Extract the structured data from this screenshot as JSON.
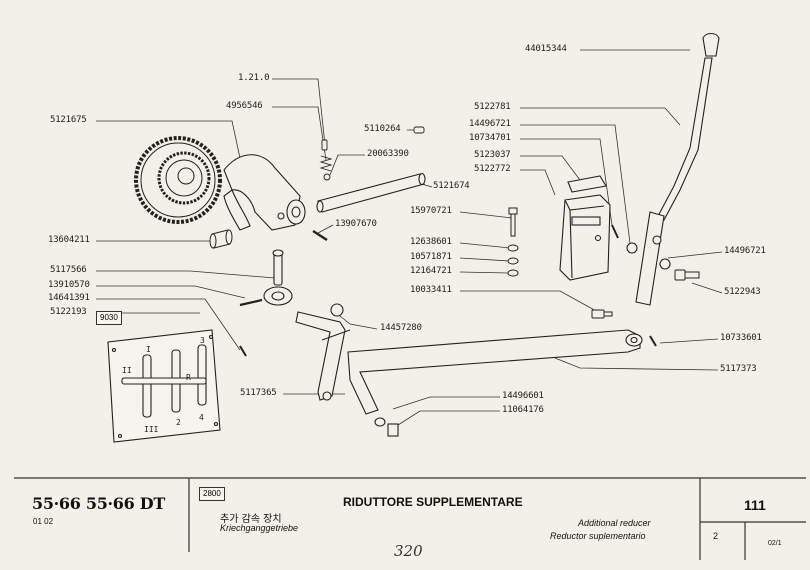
{
  "callouts": [
    {
      "id": "c-44015344",
      "text": "44015344"
    },
    {
      "id": "c-1210",
      "text": "1.21.0"
    },
    {
      "id": "c-4956546",
      "text": "4956546"
    },
    {
      "id": "c-5121675",
      "text": "5121675"
    },
    {
      "id": "c-5110264",
      "text": "5110264"
    },
    {
      "id": "c-20063390",
      "text": "20063390"
    },
    {
      "id": "c-5121674",
      "text": "5121674"
    },
    {
      "id": "c-13907670",
      "text": "13907670"
    },
    {
      "id": "c-13604211",
      "text": "13604211"
    },
    {
      "id": "c-5117566",
      "text": "5117566"
    },
    {
      "id": "c-13910570",
      "text": "13910570"
    },
    {
      "id": "c-14641391",
      "text": "14641391"
    },
    {
      "id": "c-5122193",
      "text": "5122193"
    },
    {
      "id": "c-14457280",
      "text": "14457280"
    },
    {
      "id": "c-5117365",
      "text": "5117365"
    },
    {
      "id": "c-5122781",
      "text": "5122781"
    },
    {
      "id": "c-14496721a",
      "text": "14496721"
    },
    {
      "id": "c-10734701",
      "text": "10734701"
    },
    {
      "id": "c-5123037",
      "text": "5123037"
    },
    {
      "id": "c-5122772",
      "text": "5122772"
    },
    {
      "id": "c-15970721",
      "text": "15970721"
    },
    {
      "id": "c-12638601",
      "text": "12638601"
    },
    {
      "id": "c-10571871",
      "text": "10571871"
    },
    {
      "id": "c-12164721",
      "text": "12164721"
    },
    {
      "id": "c-10033411",
      "text": "10033411"
    },
    {
      "id": "c-14496721b",
      "text": "14496721"
    },
    {
      "id": "c-5122943",
      "text": "5122943"
    },
    {
      "id": "c-10733601",
      "text": "10733601"
    },
    {
      "id": "c-5117373",
      "text": "5117373"
    },
    {
      "id": "c-14496601",
      "text": "14496601"
    },
    {
      "id": "c-11064176",
      "text": "11064176"
    }
  ],
  "plate_code": "9030",
  "plate_marks": {
    "gear1": "I",
    "gear2": "2",
    "gear3": "3",
    "gear4": "4",
    "gear_r": "R",
    "gear_ii": "II",
    "gear_iii": "III"
  },
  "titleblock": {
    "model": "55·66  55·66 DT",
    "serial": "01  02",
    "group_code": "2800",
    "korean": "추가 감속 장치",
    "german": "Kriechganggetriebe",
    "title": "RIDUTTORE SUPPLEMENTARE",
    "english": "Additional reducer",
    "spanish": "Reductor suplementario",
    "page": "111",
    "subpage": "2",
    "ref": "02/1",
    "handwritten": "320"
  }
}
